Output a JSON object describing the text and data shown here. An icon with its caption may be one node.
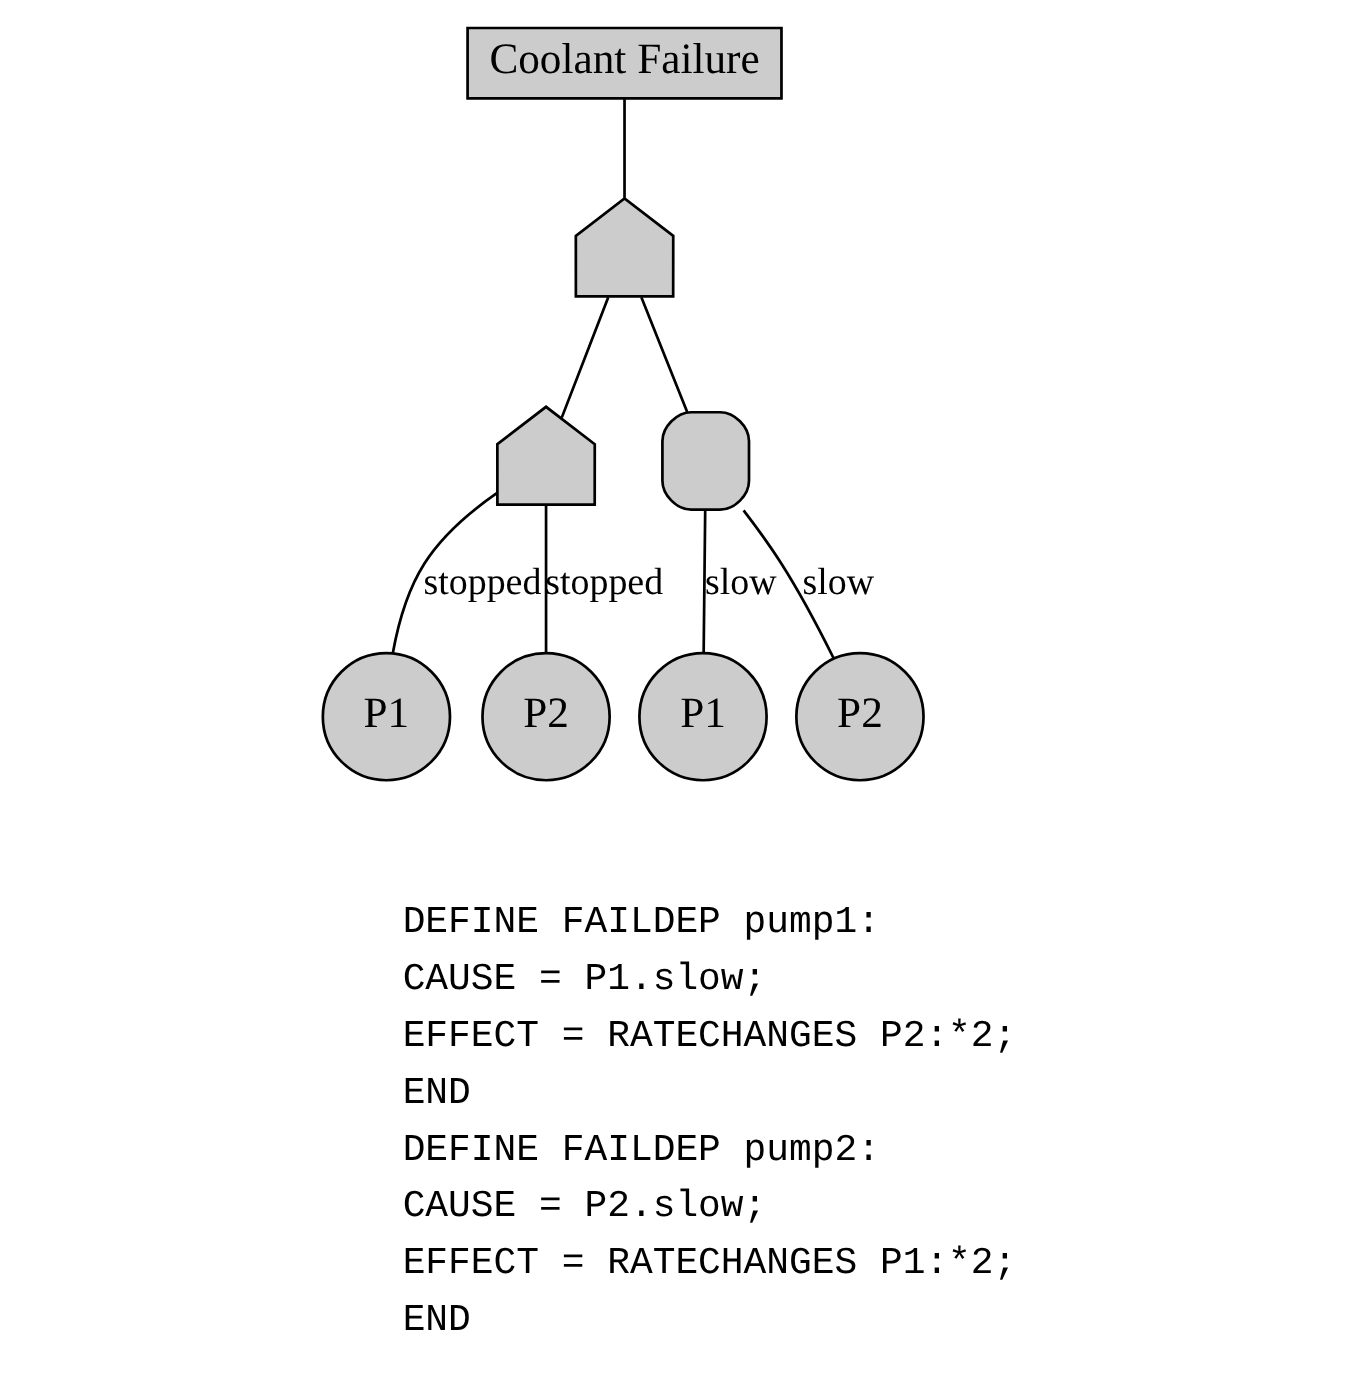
{
  "diagram": {
    "nodes": [
      {
        "text": [
          "Coolant Failure"
        ]
      },
      {
        "text": [],
        "shape": "or-gate"
      },
      {
        "text": [],
        "shape": "or-gate"
      },
      {
        "text": [],
        "shape": "and-gate"
      },
      {
        "text": [
          "P1"
        ]
      },
      {
        "text": [
          "P2"
        ]
      },
      {
        "text": [
          "P1"
        ]
      },
      {
        "text": [
          "P2"
        ]
      }
    ],
    "edges": [
      {
        "from": 0,
        "to": 1,
        "arrow": "none"
      },
      {
        "from": 1,
        "to": 2,
        "arrow": "none"
      },
      {
        "from": 1,
        "to": 3,
        "arrow": "none"
      },
      {
        "from": 2,
        "to": 4,
        "arrow": "none",
        "label": "stopped"
      },
      {
        "from": 2,
        "to": 5,
        "arrow": "none",
        "label": "stopped"
      },
      {
        "from": 3,
        "to": 6,
        "arrow": "none",
        "label": "slow"
      },
      {
        "from": 3,
        "to": 7,
        "arrow": "none",
        "label": "slow"
      }
    ],
    "labels": [
      "DEFINE FAILDEP pump1:",
      "CAUSE = P1.slow;",
      "EFFECT = RATECHANGES P2:*2;",
      "END",
      "DEFINE FAILDEP pump2:",
      "CAUSE = P2.slow;",
      "EFFECT = RATECHANGES P1:*2;",
      "END"
    ]
  }
}
